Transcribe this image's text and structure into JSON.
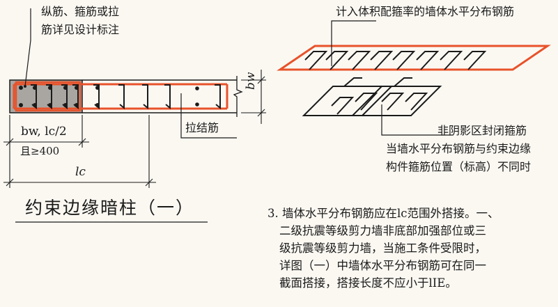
{
  "labels": {
    "top_left_line1": "纵筋、箍筋或拉",
    "top_left_line2": "筋详见设计标注",
    "top_right": "计入体积配箍率的墙体水平分布钢筋",
    "tie_bar": "拉结筋",
    "non_shaded": "非阴影区封闭箍筋",
    "mismatch_line1": "当墙水平分布钢筋与约束边缘",
    "mismatch_line2": "构件箍筋位置（标高）不同时"
  },
  "dimensions": {
    "bw_right": "bw",
    "bw_lc": "bw, lc/2",
    "min_len": "且≥400",
    "lc": "lc"
  },
  "title": "约束边缘暗柱（一）",
  "note": {
    "lines": [
      "3. 墙体水平分布钢筋应在lc范围外搭接。一、",
      "二级抗震等级剪力墙非底部加强部位或三",
      "级抗震等级剪力墙，当施工条件受限时，",
      "详图（一）中墙体水平分布钢筋可在同一",
      "截面搭接，搭接长度不应小于lIE。"
    ]
  },
  "colors": {
    "rebar_red": "#e8522a",
    "shade_gray": "#a9a6a2",
    "ink": "#1a1a1a",
    "paper": "#fbf8f2"
  }
}
